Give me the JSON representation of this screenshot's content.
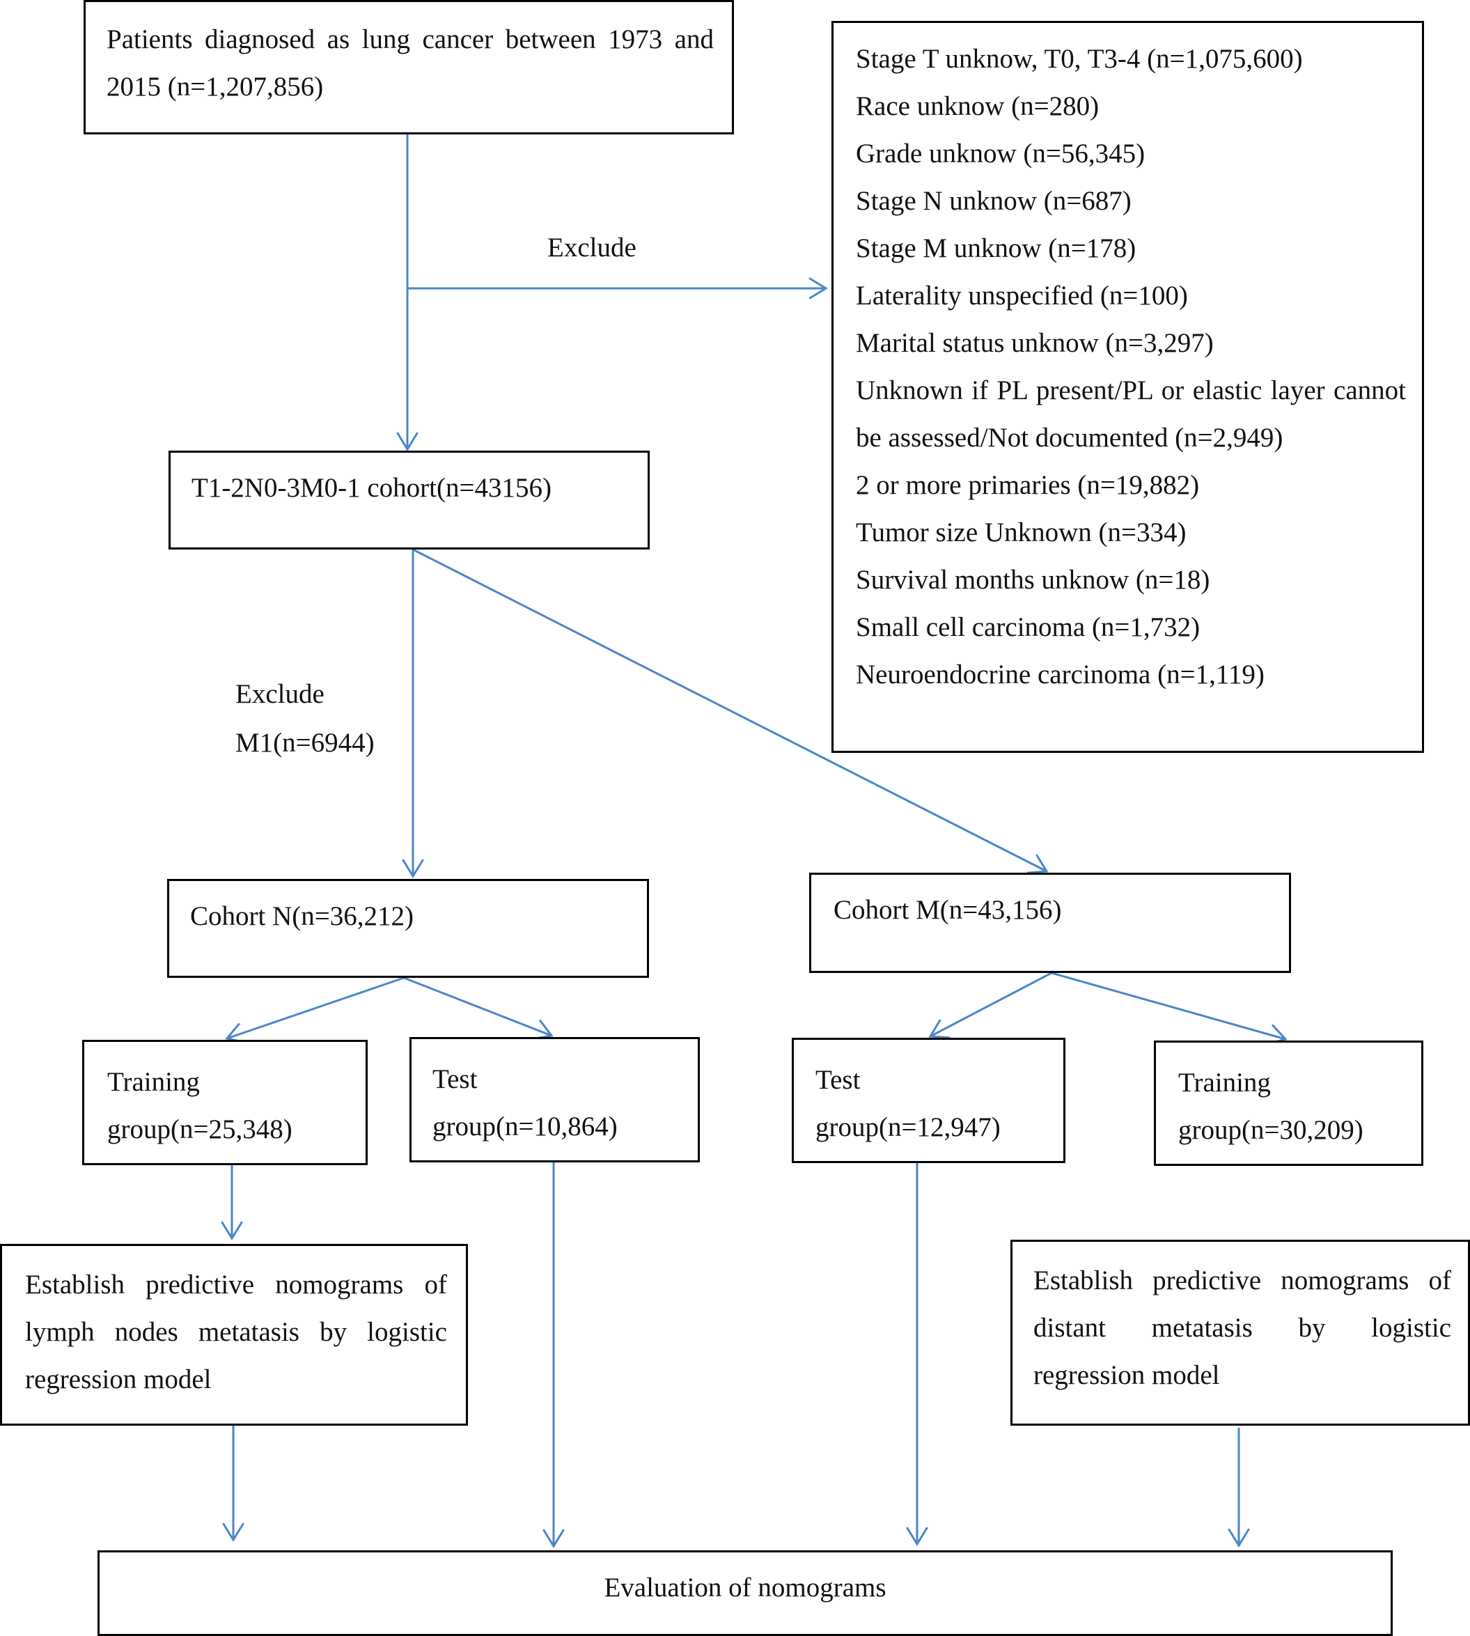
{
  "boxes": {
    "patients": "Patients diagnosed as lung cancer between 1973 and 2015 (n=1,207,856)",
    "exclusions": [
      "Stage T unknow, T0, T3-4 (n=1,075,600)",
      "Race unknow (n=280)",
      "Grade unknow (n=56,345)",
      "Stage N unknow (n=687)",
      "Stage M unknow (n=178)",
      "Laterality unspecified (n=100)",
      "Marital status unknow (n=3,297)",
      "Unknown if PL present/PL or elastic layer cannot be assessed/Not documented (n=2,949)",
      "2 or more primaries (n=19,882)",
      "Tumor size Unknown (n=334)",
      "Survival months unknow (n=18)",
      "Small cell carcinoma (n=1,732)",
      "Neuroendocrine carcinoma (n=1,119)"
    ],
    "cohort": "T1-2N0-3M0-1 cohort(n=43156)",
    "cohort_n": "Cohort N(n=36,212)",
    "cohort_m": "Cohort M(n=43,156)",
    "n_training": {
      "line1": "Training",
      "line2": "group(n=25,348)"
    },
    "n_test": {
      "line1": "Test",
      "line2": "group(n=10,864)"
    },
    "m_test": {
      "line1": "Test",
      "line2": "group(n=12,947)"
    },
    "m_training": {
      "line1": "Training",
      "line2": "group(n=30,209)"
    },
    "nomogram_lymph": "Establish predictive nomograms of lymph nodes metatasis by logistic regression model",
    "nomogram_distant": "Establish predictive nomograms of distant metatasis by logistic regression model",
    "evaluation": "Evaluation of nomograms"
  },
  "labels": {
    "exclude_top": "Exclude",
    "exclude_m1_line1": "Exclude",
    "exclude_m1_line2": "M1(n=6944)"
  },
  "colors": {
    "arrow": "#4a86c8",
    "border": "#000000"
  }
}
